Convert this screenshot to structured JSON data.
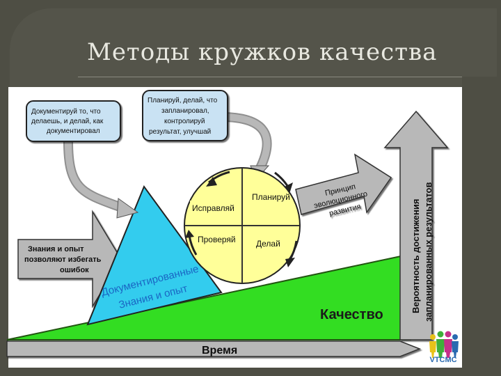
{
  "slide": {
    "title": "Методы кружков качества"
  },
  "diagram": {
    "callout_left": [
      "Документируй то, что",
      "делаешь, и делай, как",
      "документировал"
    ],
    "callout_center": [
      "Планируй, делай, что",
      "запланировал,",
      "контролируй",
      "результат, улучшай"
    ],
    "arrow_left": [
      "Знания и опыт",
      "позволяют избегать",
      "ошибок"
    ],
    "triangle_label": [
      "Документированные",
      "Знания и опыт"
    ],
    "cycle": {
      "top_left": "Исправляй",
      "top_right": "Планируй",
      "bottom_left": "Проверяй",
      "bottom_right": "Делай"
    },
    "principle_arrow": [
      "Принцип",
      "эволюционного",
      "развития"
    ],
    "vertical_arrow": [
      "Вероятность достижения",
      "запланированных результатов"
    ],
    "quality_label": "Качество",
    "time_label": "Время"
  },
  "colors": {
    "frame": "#4e4e44",
    "wedge_green": "#33dd22",
    "triangle_cyan": "#33ccee",
    "circle_yellow": "#ffff99",
    "arrow_gray": "#b8b8b8",
    "callout_blue": "#c9e2f3",
    "triangle_text": "#1a66c4"
  },
  "logo": {
    "text": "VTCMC"
  }
}
